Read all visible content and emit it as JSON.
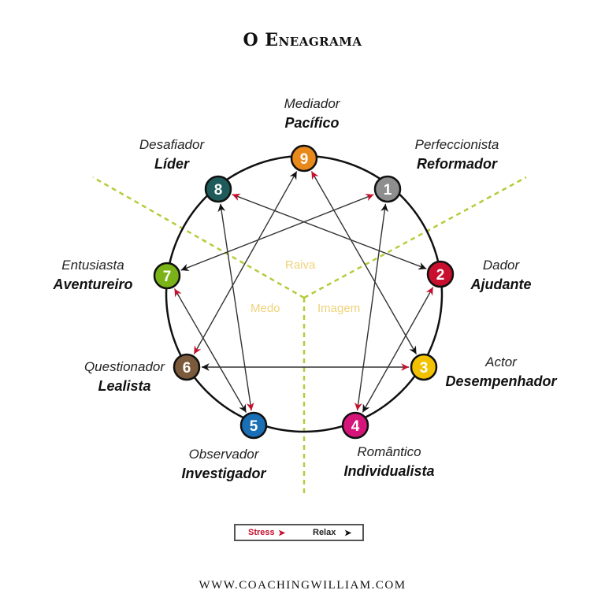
{
  "title": "O Eneagrama",
  "footer": "WWW.COACHINGWILLIAM.COM",
  "centers": {
    "raiva": "Raiva",
    "medo": "Medo",
    "imagem": "Imagem"
  },
  "legend": {
    "stress": "Stress",
    "relax": "Relax",
    "stress_color": "#c8102e",
    "relax_color": "#111111"
  },
  "types": [
    {
      "n": "9",
      "top": "Mediador",
      "bold": "Pacífico",
      "color": "#e8891c"
    },
    {
      "n": "1",
      "top": "Perfeccionista",
      "bold": "Reformador",
      "color": "#8e8e8e"
    },
    {
      "n": "2",
      "top": "Dador",
      "bold": "Ajudante",
      "color": "#c8102e"
    },
    {
      "n": "3",
      "top": "Actor",
      "bold": "Desempenhador",
      "color": "#f2c200"
    },
    {
      "n": "4",
      "top": "Romântico",
      "bold": "Individualista",
      "color": "#d6157a"
    },
    {
      "n": "5",
      "top": "Observador",
      "bold": "Investigador",
      "color": "#1a6fb5"
    },
    {
      "n": "6",
      "top": "Questionador",
      "bold": "Lealista",
      "color": "#7a5a3a"
    },
    {
      "n": "7",
      "top": "Entusiasta",
      "bold": "Aventureiro",
      "color": "#7ab317"
    },
    {
      "n": "8",
      "top": "Desafiador",
      "bold": "Líder",
      "color": "#1f5b5b"
    }
  ],
  "stress_lines": [
    [
      "1",
      "4"
    ],
    [
      "4",
      "2"
    ],
    [
      "2",
      "8"
    ],
    [
      "8",
      "5"
    ],
    [
      "5",
      "7"
    ],
    [
      "7",
      "1"
    ],
    [
      "9",
      "6"
    ],
    [
      "6",
      "3"
    ],
    [
      "3",
      "9"
    ]
  ]
}
